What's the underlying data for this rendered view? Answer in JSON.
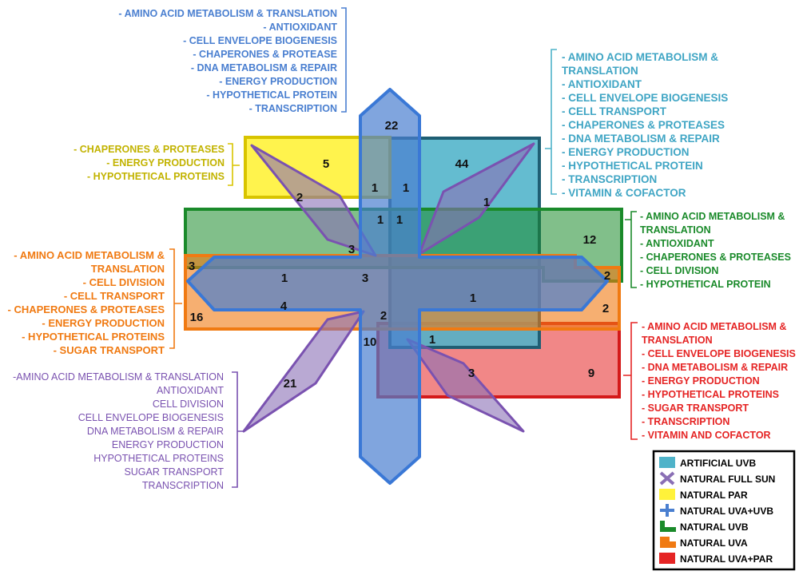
{
  "colors": {
    "artificial_uvb": "#4fb3c9",
    "natural_full_sun": "#8a6fb5",
    "natural_par": "#fff23a",
    "natural_uva_uvb": "#4a7fd0",
    "natural_uvb": "#1a8a2a",
    "natural_uva": "#f07a12",
    "natural_uva_par": "#e52424"
  },
  "lists": {
    "natural_uva_uvb_top": {
      "items": [
        "- AMINO ACID METABOLISM & TRANSLATION",
        "- ANTIOXIDANT",
        "- CELL ENVELOPE BIOGENESIS",
        "- CHAPERONES & PROTEASE",
        "- DNA METABOLISM & REPAIR",
        "- ENERGY PRODUCTION",
        "- HYPOTHETICAL PROTEIN",
        "- TRANSCRIPTION"
      ]
    },
    "artificial_uvb_right": {
      "items": [
        "- AMINO ACID METABOLISM &",
        "  TRANSLATION",
        "- ANTIOXIDANT",
        "- CELL ENVELOPE BIOGENESIS",
        "- CELL TRANSPORT",
        "- CHAPERONES & PROTEASES",
        "- DNA METABOLISM & REPAIR",
        "- ENERGY PRODUCTION",
        "- HYPOTHETICAL PROTEIN",
        "- TRANSCRIPTION",
        "- VITAMIN & COFACTOR"
      ]
    },
    "natural_par_left": {
      "items": [
        "- CHAPERONES & PROTEASES",
        "- ENERGY PRODUCTION",
        "- HYPOTHETICAL PROTEINS"
      ]
    },
    "natural_uvb_right": {
      "items": [
        "- AMINO ACID METABOLISM &",
        "  TRANSLATION",
        "- ANTIOXIDANT",
        "- CHAPERONES & PROTEASES",
        "- CELL DIVISION",
        "- HYPOTHETICAL PROTEIN"
      ]
    },
    "natural_uva_left": {
      "items": [
        "- AMINO ACID METABOLISM &",
        "TRANSLATION",
        "- CELL DIVISION",
        "- CELL TRANSPORT",
        "- CHAPERONES & PROTEASES",
        "- ENERGY PRODUCTION",
        "- HYPOTHETICAL PROTEINS",
        "- SUGAR TRANSPORT"
      ]
    },
    "natural_uva_par_right": {
      "items": [
        "- AMINO ACID METABOLISM &",
        "  TRANSLATION",
        "- CELL ENVELOPE BIOGENESIS",
        "- DNA METABOLISM & REPAIR",
        "- ENERGY PRODUCTION",
        "- HYPOTHETICAL PROTEINS",
        "- SUGAR TRANSPORT",
        "- TRANSCRIPTION",
        "- VITAMIN AND COFACTOR"
      ]
    },
    "natural_full_sun_left": {
      "items": [
        "-AMINO ACID METABOLISM & TRANSLATION",
        "ANTIOXIDANT",
        "CELL DIVISION",
        "CELL ENVELOPE BIOGENESIS",
        "DNA METABOLISM & REPAIR",
        "ENERGY PRODUCTION",
        "HYPOTHETICAL PROTEINS",
        "SUGAR TRANSPORT",
        "TRANSCRIPTION"
      ]
    }
  },
  "counts": [
    {
      "name": "count-uva-uvb-only",
      "value": "22"
    },
    {
      "name": "count-par-only",
      "value": "5"
    },
    {
      "name": "count-artificial-uvb-only",
      "value": "44"
    },
    {
      "name": "count-par-fullsun",
      "value": "2"
    },
    {
      "name": "count-par-uvauvb",
      "value": "1"
    },
    {
      "name": "count-artificial-uvauvb",
      "value": "1"
    },
    {
      "name": "count-artificial-fullsun",
      "value": "1"
    },
    {
      "name": "count-uvb-uvauvb-par",
      "value": "1"
    },
    {
      "name": "count-uvb-uvauvb-artificial",
      "value": "1"
    },
    {
      "name": "count-uvb-only",
      "value": "12"
    },
    {
      "name": "count-uvb-fullsun",
      "value": "3"
    },
    {
      "name": "count-uva-uvb-left",
      "value": "3"
    },
    {
      "name": "count-uvauvb-uva-uvb",
      "value": "1"
    },
    {
      "name": "count-center",
      "value": "3"
    },
    {
      "name": "count-uvb-uva-right",
      "value": "2"
    },
    {
      "name": "count-uvauvb-right",
      "value": "1"
    },
    {
      "name": "count-uva-only-right",
      "value": "2"
    },
    {
      "name": "count-uvauvb-uva",
      "value": "4"
    },
    {
      "name": "count-uva-only",
      "value": "16"
    },
    {
      "name": "count-center-lower",
      "value": "2"
    },
    {
      "name": "count-uvauvb-bottom",
      "value": "10"
    },
    {
      "name": "count-fullsun-lowerright",
      "value": "1"
    },
    {
      "name": "count-uvapar-fullsun",
      "value": "3"
    },
    {
      "name": "count-uvapar-only",
      "value": "9"
    },
    {
      "name": "count-fullsun-only",
      "value": "21"
    }
  ],
  "legend": {
    "items": [
      {
        "label": "ARTIFICIAL UVB",
        "icon": "square-icon"
      },
      {
        "label": "NATURAL FULL SUN",
        "icon": "x-icon"
      },
      {
        "label": "NATURAL PAR",
        "icon": "square-icon"
      },
      {
        "label": "NATURAL UVA+UVB",
        "icon": "cross-icon"
      },
      {
        "label": "NATURAL UVB",
        "icon": "bracket-icon"
      },
      {
        "label": "NATURAL UVA",
        "icon": "bracket-icon"
      },
      {
        "label": "NATURAL UVA+PAR",
        "icon": "square-icon"
      }
    ]
  }
}
